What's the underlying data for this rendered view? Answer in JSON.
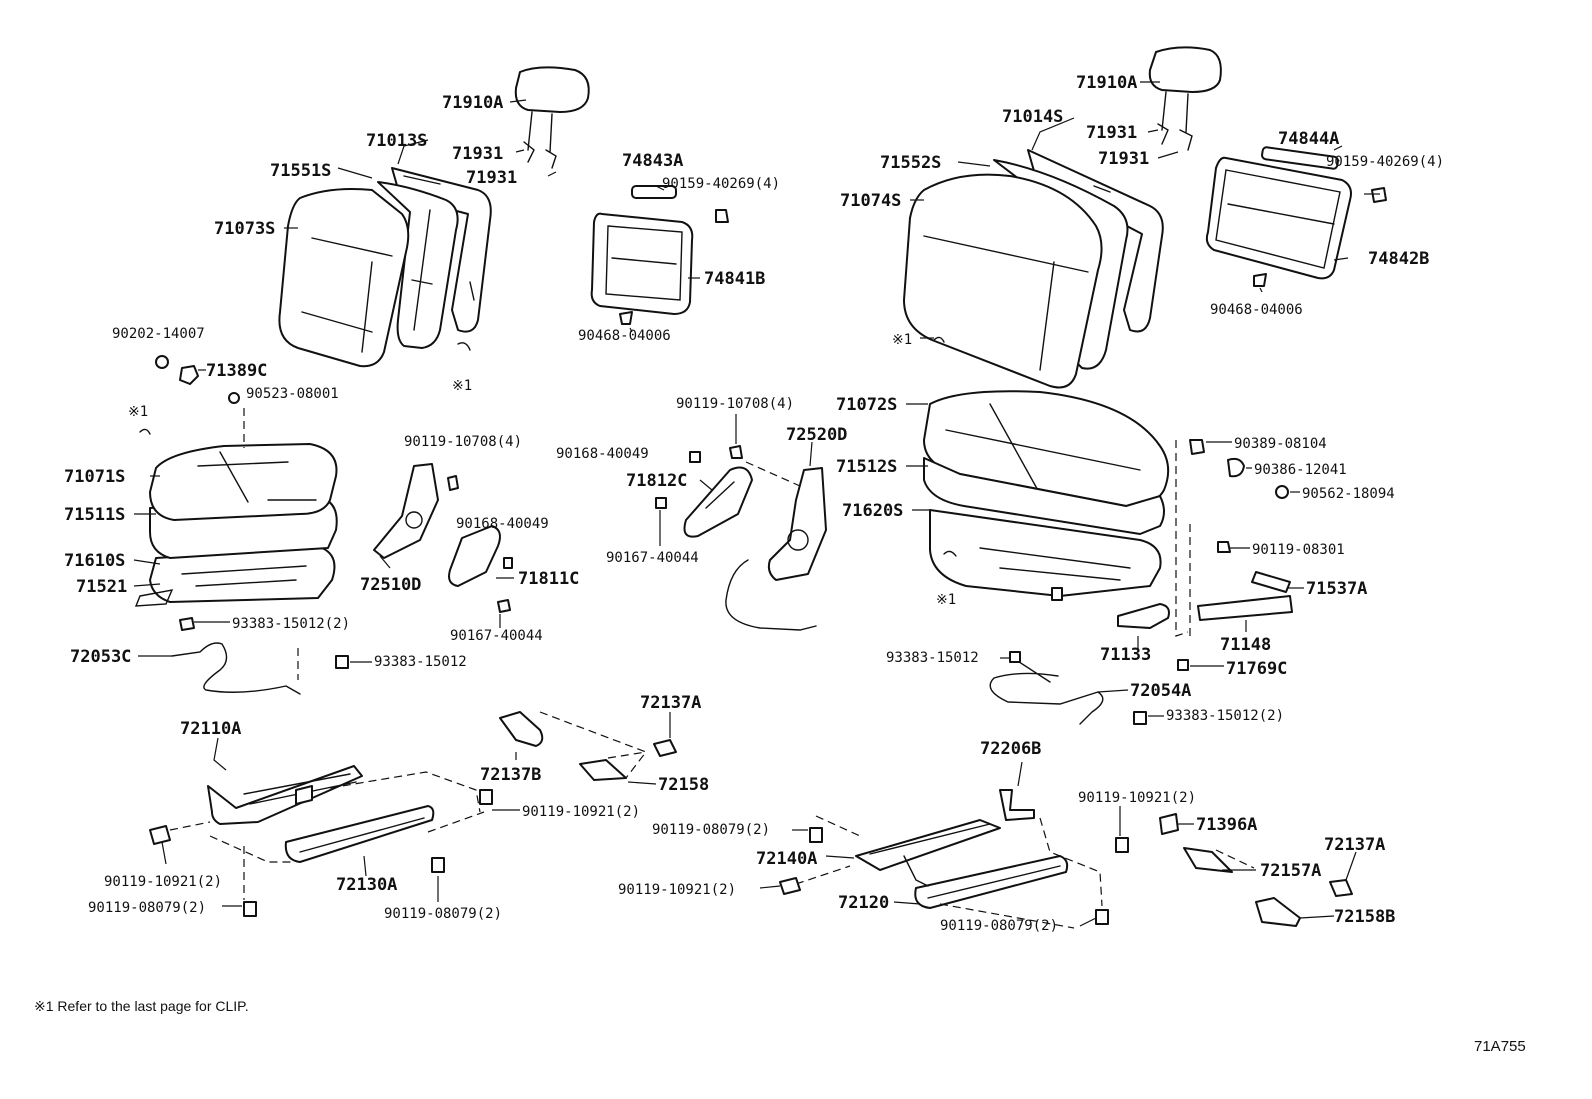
{
  "labels": {
    "l71910A": "71910A",
    "l71013S": "71013S",
    "l71931a": "71931",
    "l71931b": "71931",
    "l71551S": "71551S",
    "l71073S": "71073S",
    "l90202": "90202-14007",
    "l71389C": "71389C",
    "l90523": "90523-08001",
    "lnoteA": "※1",
    "lnoteB": "※1",
    "l71071S": "71071S",
    "l71511S": "71511S",
    "l71610S": "71610S",
    "l71521": "71521",
    "l93383a": "93383-15012(2)",
    "l72053C": "72053C",
    "l93383b": "93383-15012",
    "l74843A": "74843A",
    "l90159a": "90159-40269(4)",
    "l74841B": "74841B",
    "l90468a": "90468-04006",
    "l90119_10708a": "90119-10708(4)",
    "l90168a": "90168-40049",
    "l72510D": "72510D",
    "l71811C": "71811C",
    "l90167a": "90167-40044",
    "l90119_10708b": "90119-10708(4)",
    "l90168b": "90168-40049",
    "l72520D": "72520D",
    "l71812C": "71812C",
    "l90167b": "90167-40044",
    "l71910B": "71910A",
    "l71014S": "71014S",
    "l71931c": "71931",
    "l71931d": "71931",
    "l71552S": "71552S",
    "l71074S": "71074S",
    "lnoteC": "※1",
    "l74844A": "74844A",
    "l90159b": "90159-40269(4)",
    "l74842B": "74842B",
    "l90468b": "90468-04006",
    "l71072S": "71072S",
    "l71512S": "71512S",
    "l71620S": "71620S",
    "lnoteD": "※1",
    "l90389": "90389-08104",
    "l90386": "90386-12041",
    "l90562": "90562-18094",
    "l90119_08301": "90119-08301",
    "l71537A": "71537A",
    "l71148": "71148",
    "l71133": "71133",
    "l71769C": "71769C",
    "l93383c": "93383-15012",
    "l72054A": "72054A",
    "l93383d": "93383-15012(2)",
    "l72110A": "72110A",
    "l72137Aa": "72137A",
    "l72137B": "72137B",
    "l72158": "72158",
    "l90119_10921a": "90119-10921(2)",
    "l90119_10921b": "90119-10921(2)",
    "l72130A": "72130A",
    "l90119_08079a": "90119-08079(2)",
    "l90119_08079b": "90119-08079(2)",
    "l72206B": "72206B",
    "l90119_10921c": "90119-10921(2)",
    "l90119_08079c": "90119-08079(2)",
    "l71396A": "71396A",
    "l72140A": "72140A",
    "l72137Ab": "72137A",
    "l72157A": "72157A",
    "l90119_10921d": "90119-10921(2)",
    "l72120": "72120",
    "l90119_08079d": "90119-08079(2)",
    "l72158B": "72158B"
  },
  "footnote": "※1  Refer to the last page for CLIP.",
  "diagram_id": "71A755"
}
